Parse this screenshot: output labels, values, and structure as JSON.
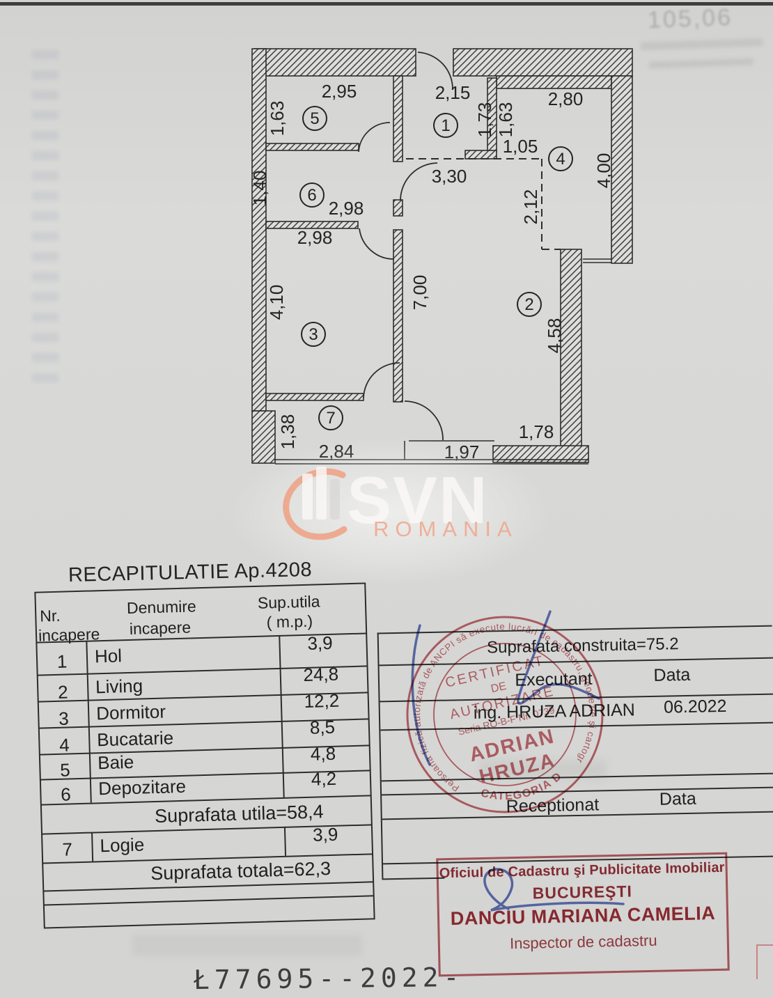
{
  "title": "RECAPITULATIE Ap.4208",
  "plan": {
    "rooms": [
      "1",
      "2",
      "3",
      "4",
      "5",
      "6",
      "7"
    ],
    "dims": {
      "room5_w": "2,95",
      "room5_h": "1,63",
      "hall_w": "2,15",
      "hall_h": "1,73",
      "kitchen_w": "2,80",
      "kitchen_h_left": "1,63",
      "kitchen_niche": "1,05",
      "kitchen_h": "4,00",
      "kitchen_dash": "2,12",
      "hall_open": "3,30",
      "depo_h": "1,40",
      "depo_w": "2,98",
      "dorm_w": "2,98",
      "dorm_h": "4,10",
      "corridor_h": "7,00",
      "living_h": "4,58",
      "living_bottom": "1,97",
      "living_bottom_right": "1,78",
      "logie_h": "1,38",
      "logie_w": "2,84"
    }
  },
  "recap": {
    "header": {
      "nr1": "Nr.",
      "nr2": "incapere",
      "den1": "Denumire",
      "den2": "incapere",
      "sup1": "Sup.utila",
      "sup2": "( m.p.)"
    },
    "rows": [
      {
        "nr": "1",
        "name": "Hol",
        "area": "3,9"
      },
      {
        "nr": "2",
        "name": "Living",
        "area": "24,8"
      },
      {
        "nr": "3",
        "name": "Dormitor",
        "area": "12,2"
      },
      {
        "nr": "4",
        "name": "Bucatarie",
        "area": "8,5"
      },
      {
        "nr": "5",
        "name": "Baie",
        "area": "4,8"
      },
      {
        "nr": "6",
        "name": "Depozitare",
        "area": "4,2"
      }
    ],
    "subtotal": "Suprafata utila=58,4",
    "row7": {
      "nr": "7",
      "name": "Logie",
      "area": "3,9"
    },
    "total": "Suprafata totala=62,3"
  },
  "exec": {
    "built": "Suprafata construita=75.2",
    "executant_label": "Executant",
    "data_label_1": "Data",
    "executant_name": "ing. HRUZA ADRIAN",
    "executant_date": "06.2022",
    "receptionat_label": "Receptionat",
    "data_label_2": "Data"
  },
  "round_stamp": {
    "ring": "Persoana fizică autorizată de ANCPI să execute lucrări de cadastru, geodezie şi cartografie",
    "category": "CATEGORIA D",
    "line1": "CERTIFICAT",
    "line2": "DE",
    "line3": "AUTORIZARE",
    "line4": "Seria RO-B-F Nr. 0739",
    "name1": "ADRIAN",
    "name2": "HRUZA"
  },
  "rect_stamp": {
    "line1": "Oficiul de Cadastru şi Publicitate Imobiliar",
    "line2": "BUCUREŞTI",
    "line3": "DANCIU MARIANA CAMELIA",
    "line4": "Inspector de cadastru"
  },
  "watermark": {
    "brand": "SVN",
    "sub": "ROMANIA"
  },
  "footer": {
    "number": "Ł77695--2022-"
  },
  "ghost": {
    "top_right": "105,06"
  }
}
